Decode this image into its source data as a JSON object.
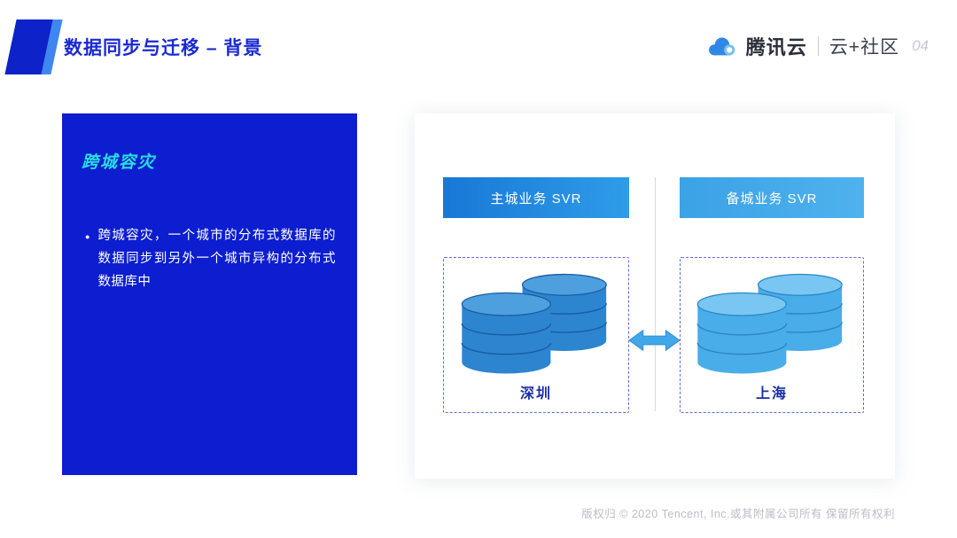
{
  "header": {
    "title": "数据同步与迁移 – 背景",
    "brand_name": "腾讯云",
    "community_name": "云+社区",
    "page_number": "04"
  },
  "left_panel": {
    "heading": "跨城容灾",
    "bullet_glyph": "●",
    "bullet_text": "跨城容灾，一个城市的分布式数据库的数据同步到另外一个城市异构的分布式数据库中"
  },
  "diagram": {
    "primary_server_label": "主城业务 SVR",
    "backup_server_label": "备城业务 SVR",
    "left_city": "深圳",
    "right_city": "上海"
  },
  "footer": {
    "copyright": "版权归 © 2020 Tencent, Inc.或其附属公司所有 保留所有权利"
  },
  "colors": {
    "panel_blue": "#0c1ed0",
    "title_blue": "#1a2ad2",
    "heading_cyan": "#27dfe3",
    "primary_header_blue": "#1f86dc",
    "backup_header_blue": "#45aae8",
    "db_left_blue": "#2d85d0",
    "db_right_blue": "#49ade9",
    "dashed_border_blue": "#5b6be0",
    "city_label_blue": "#1b2ea6",
    "footer_gray": "#b9bec8"
  }
}
